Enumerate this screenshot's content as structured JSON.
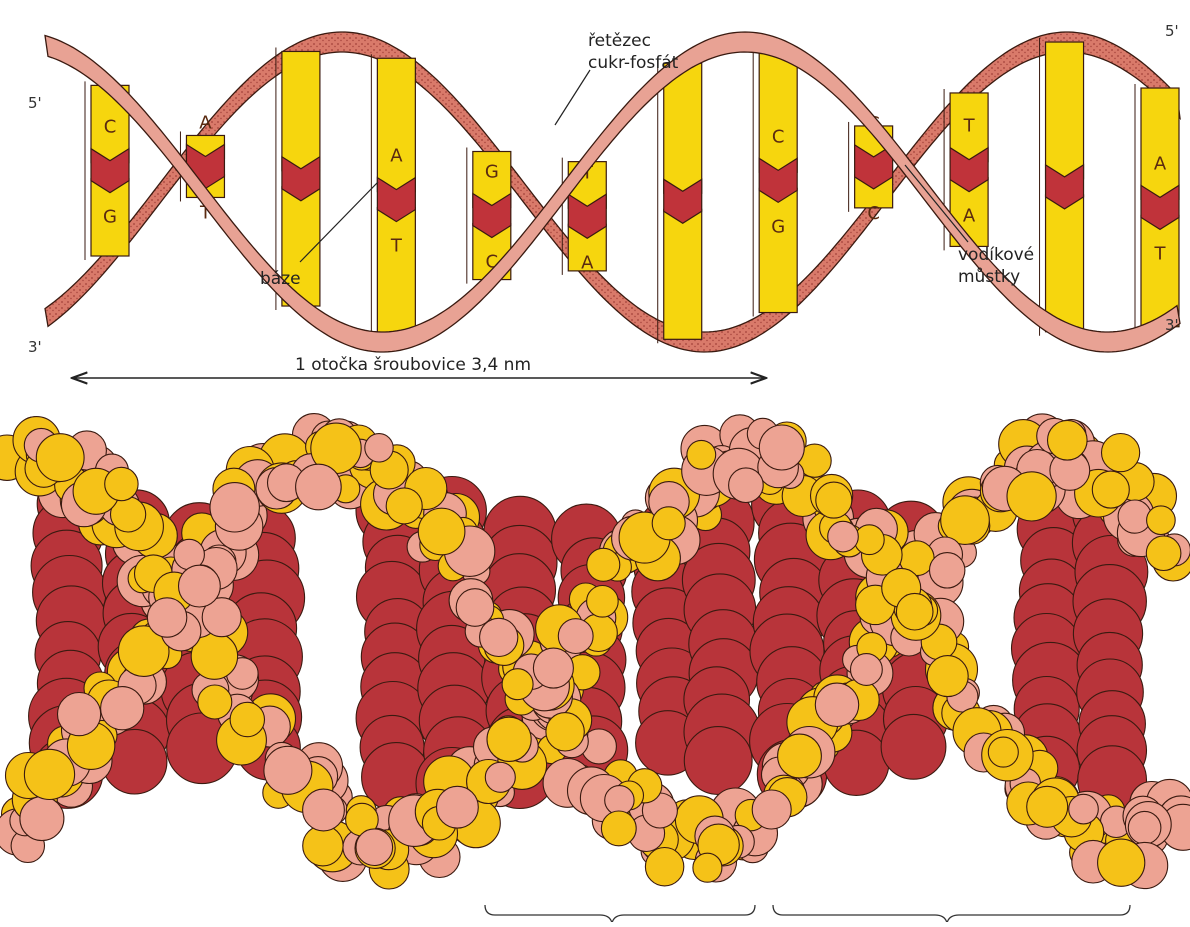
{
  "labels": {
    "backbone": [
      "řetězec",
      "cukr-fosfát"
    ],
    "base": "báze",
    "hydrogen_bonds": [
      "vodíkové",
      "můstky"
    ],
    "helix_turn": "1 otočka šroubovice 3,4 nm",
    "end_top_left": "5'",
    "end_bottom_left": "3'",
    "end_top_right": "5'",
    "end_bottom_right": "3'"
  },
  "base_pairs": [
    {
      "top": "C",
      "bottom": "G"
    },
    {
      "top": "A",
      "bottom": "T"
    },
    {
      "top": "",
      "bottom": ""
    },
    {
      "top": "A",
      "bottom": "T"
    },
    {
      "top": "G",
      "bottom": "C"
    },
    {
      "top": "T",
      "bottom": "A"
    },
    {
      "top": "",
      "bottom": ""
    },
    {
      "top": "C",
      "bottom": "G"
    },
    {
      "top": "G",
      "bottom": "C"
    },
    {
      "top": "T",
      "bottom": "A"
    },
    {
      "top": "",
      "bottom": ""
    },
    {
      "top": "A",
      "bottom": "T"
    }
  ],
  "colors": {
    "base_yellow": "#f6d60e",
    "bond_red": "#c0333a",
    "backbone_pink": "#e8a294",
    "backbone_dark": "#c8645a",
    "atom_dark_red": "#b8343a",
    "atom_pink": "#eda393",
    "atom_yellow": "#f5c218",
    "outline": "#3a1a10"
  }
}
